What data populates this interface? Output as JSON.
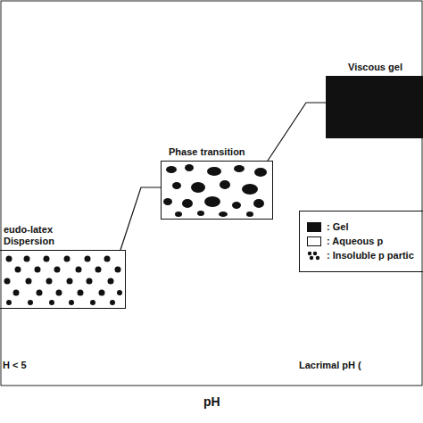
{
  "diagram": {
    "nodes": [
      {
        "text": [
          "eudo-latex Dispersion"
        ]
      },
      {
        "text": [
          "Phase transition"
        ]
      },
      {
        "text": [
          "Viscous gel"
        ]
      }
    ],
    "edges": [
      {
        "from": 0,
        "to": 1,
        "arrow": "none"
      },
      {
        "from": 1,
        "to": 2,
        "arrow": "none"
      }
    ],
    "labels": [
      "H < 5",
      "Lacrimal pH (",
      "pH"
    ],
    "legend": [
      {
        "text": ": Gel",
        "color": "#111111"
      },
      {
        "text": ": Aqueous p",
        "color": "#ffffff"
      },
      {
        "text": ": Insoluble p partic"
      }
    ]
  }
}
